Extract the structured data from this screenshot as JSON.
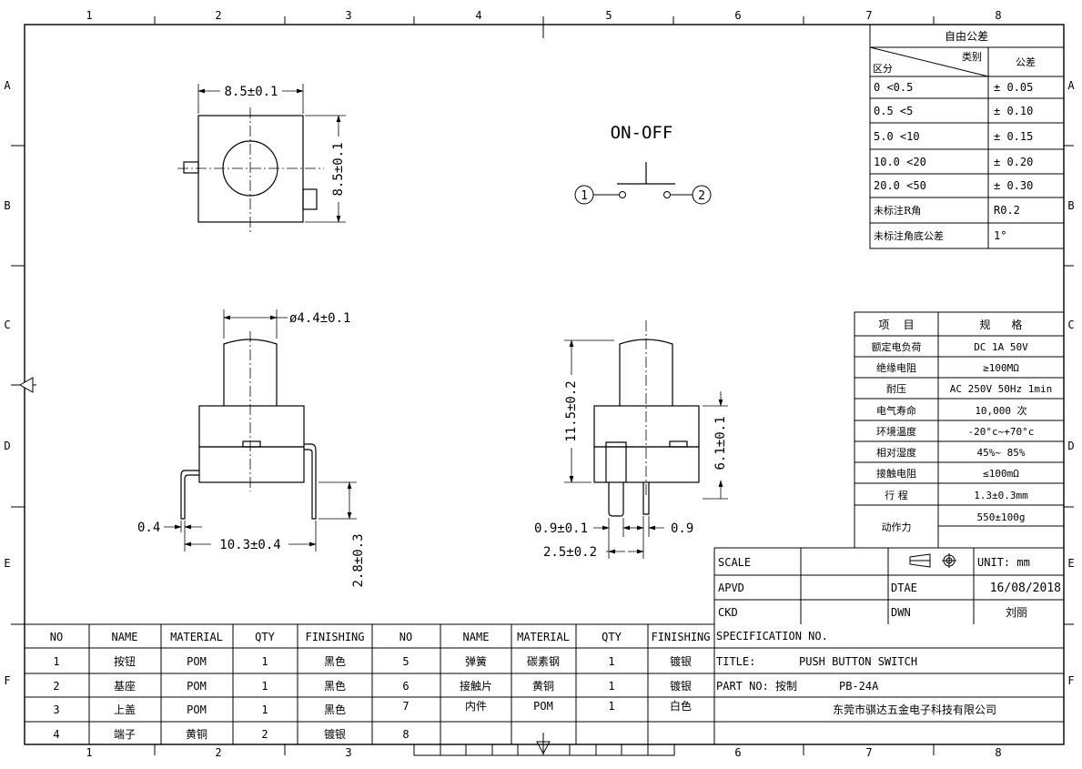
{
  "zones": {
    "top": [
      "1",
      "2",
      "3",
      "4",
      "5",
      "6",
      "7",
      "8"
    ],
    "bottom": [
      "1",
      "2",
      "3",
      "6",
      "7",
      "8"
    ],
    "left": [
      "A",
      "B",
      "C",
      "D",
      "E",
      "F"
    ],
    "right": [
      "A",
      "B",
      "C",
      "D",
      "E",
      "F"
    ]
  },
  "dimensions": {
    "top_width": "8.5±0.1",
    "top_height": "8.5±0.1",
    "front_diameter": "ø4.4±0.1",
    "front_pin_thickness": "0.4",
    "front_pitch": "10.3±0.4",
    "front_pin_length": "2.8±0.3",
    "side_total_height": "11.5±0.2",
    "side_body_height": "6.1±0.1",
    "side_pin_width": "0.9±0.1",
    "side_pin_width_right": "0.9",
    "side_pin_pitch": "2.5±0.2"
  },
  "schematic": {
    "label": "ON-OFF",
    "pin1": "1",
    "pin2": "2"
  },
  "tolerance_table": {
    "title": "自由公差",
    "head_category": "类别",
    "head_zone": "区分",
    "head_tolerance": "公差",
    "rows": [
      {
        "range": "0    <0.5",
        "tol": "± 0.05"
      },
      {
        "range": "0.5    <5",
        "tol": "± 0.10"
      },
      {
        "range": "5.0   <10",
        "tol": "± 0.15"
      },
      {
        "range": "10.0  <20",
        "tol": "± 0.20"
      },
      {
        "range": "20.0  <50",
        "tol": "± 0.30"
      },
      {
        "range": "未标注R角",
        "tol": "R0.2"
      },
      {
        "range": "未标注角底公差",
        "tol": "1°"
      }
    ]
  },
  "spec_table": {
    "head_item": "项    目",
    "head_spec": "规      格",
    "rows": [
      {
        "item": "额定电负荷",
        "spec": "DC   1A   50V"
      },
      {
        "item": "绝缘电阻",
        "spec": "≥100MΩ"
      },
      {
        "item": "耐压",
        "spec": "AC 250V 50Hz 1min"
      },
      {
        "item": "电气寿命",
        "spec": "10,000 次"
      },
      {
        "item": "环境温度",
        "spec": "-20°c~+70°c"
      },
      {
        "item": "相对湿度",
        "spec": "45%~ 85%"
      },
      {
        "item": "接触电阻",
        "spec": "≤100mΩ"
      },
      {
        "item": "行    程",
        "spec": "1.3±0.3mm"
      },
      {
        "item": "动作力",
        "spec": "550±100g"
      }
    ]
  },
  "title_block": {
    "scale_label": "SCALE",
    "unit": "UNIT: mm",
    "apvd_label": "APVD",
    "date_label": "DTAE",
    "date": "16/08/2018",
    "ckd_label": "CKD",
    "dwn_label": "DWN",
    "drawer": "刘丽",
    "spec_no_label": "SPECIFICATION NO.",
    "title_label": "TITLE:",
    "title": "PUSH BUTTON SWITCH",
    "part_no_label": "PART NO: 按制",
    "part_no": "PB-24A",
    "company": "东莞市骐达五金电子科技有限公司"
  },
  "bom": {
    "headers": [
      "NO",
      "NAME",
      "MATERIAL",
      "QTY",
      "FINISHING"
    ],
    "left_rows": [
      [
        "1",
        "按钮",
        "POM",
        "1",
        "黑色"
      ],
      [
        "2",
        "基座",
        "POM",
        "1",
        "黑色"
      ],
      [
        "3",
        "上盖",
        "POM",
        "1",
        "黑色"
      ],
      [
        "4",
        "端子",
        "黄铜",
        "2",
        "镀银"
      ]
    ],
    "right_rows": [
      [
        "5",
        "弹簧",
        "碳素钢",
        "1",
        "镀银"
      ],
      [
        "6",
        "接触片",
        "黄铜",
        "1",
        "镀银"
      ],
      [
        "7",
        "内件",
        "POM",
        "1",
        "白色"
      ],
      [
        "8",
        "",
        "",
        "",
        ""
      ]
    ]
  }
}
